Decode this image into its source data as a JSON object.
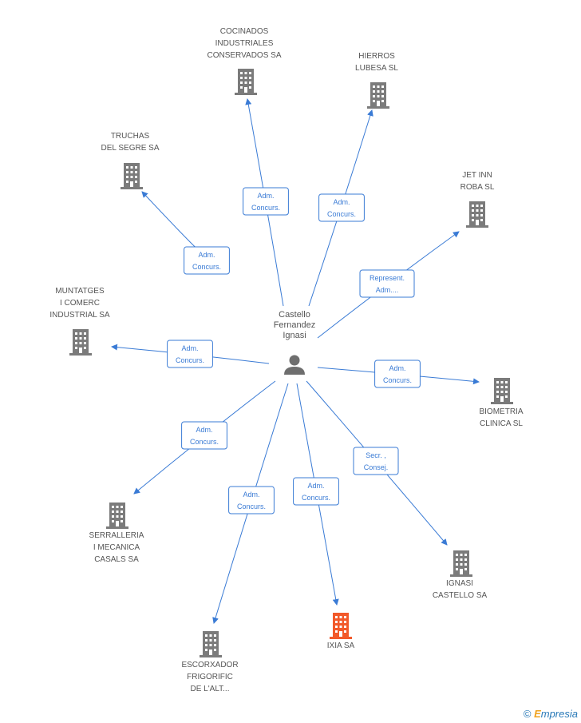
{
  "colors": {
    "building": "#7b7b7b",
    "building_highlight": "#f2592a",
    "edge": "#3a7bd5",
    "label": "#555555",
    "person": "#6e6e6e"
  },
  "center": {
    "name": [
      "Castello",
      "Fernandez",
      "Ignasi"
    ],
    "icon": "person-icon"
  },
  "companies": [
    {
      "id": "cocinados",
      "label": [
        "COCINADOS",
        "INDUSTRIALES",
        "CONSERVADOS SA"
      ],
      "relation": [
        "Adm.",
        "Concurs."
      ],
      "highlight": false
    },
    {
      "id": "hierros",
      "label": [
        "HIERROS",
        "LUBESA SL"
      ],
      "relation": [
        "Adm.",
        "Concurs."
      ],
      "highlight": false
    },
    {
      "id": "truchas",
      "label": [
        "TRUCHAS",
        "DEL SEGRE SA"
      ],
      "relation": [
        "Adm.",
        "Concurs."
      ],
      "highlight": false
    },
    {
      "id": "jetinn",
      "label": [
        "JET INN",
        "ROBA  SL"
      ],
      "relation": [
        "Represent.",
        "Adm...."
      ],
      "highlight": false
    },
    {
      "id": "muntatges",
      "label": [
        "MUNTATGES",
        "I COMERC",
        "INDUSTRIAL SA"
      ],
      "relation": [
        "Adm.",
        "Concurs."
      ],
      "highlight": false
    },
    {
      "id": "biometria",
      "label": [
        "BIOMETRIA",
        "CLINICA SL"
      ],
      "relation": [
        "Adm.",
        "Concurs."
      ],
      "highlight": false
    },
    {
      "id": "serralleria",
      "label": [
        "SERRALLERIA",
        "I MECANICA",
        "CASALS SA"
      ],
      "relation": [
        "Adm.",
        "Concurs."
      ],
      "highlight": false
    },
    {
      "id": "ignasi",
      "label": [
        "IGNASI",
        "CASTELLO SA"
      ],
      "relation": [
        "Secr. ,",
        "Consej."
      ],
      "highlight": false
    },
    {
      "id": "escorxador",
      "label": [
        "ESCORXADOR",
        "FRIGORIFIC",
        "DE L'ALT..."
      ],
      "relation": [
        "Adm.",
        "Concurs."
      ],
      "highlight": false
    },
    {
      "id": "ixia",
      "label": [
        "IXIA SA"
      ],
      "relation": [
        "Adm.",
        "Concurs."
      ],
      "highlight": true
    }
  ],
  "brand": {
    "symbol": "©",
    "first": "E",
    "rest": "mpresia"
  }
}
